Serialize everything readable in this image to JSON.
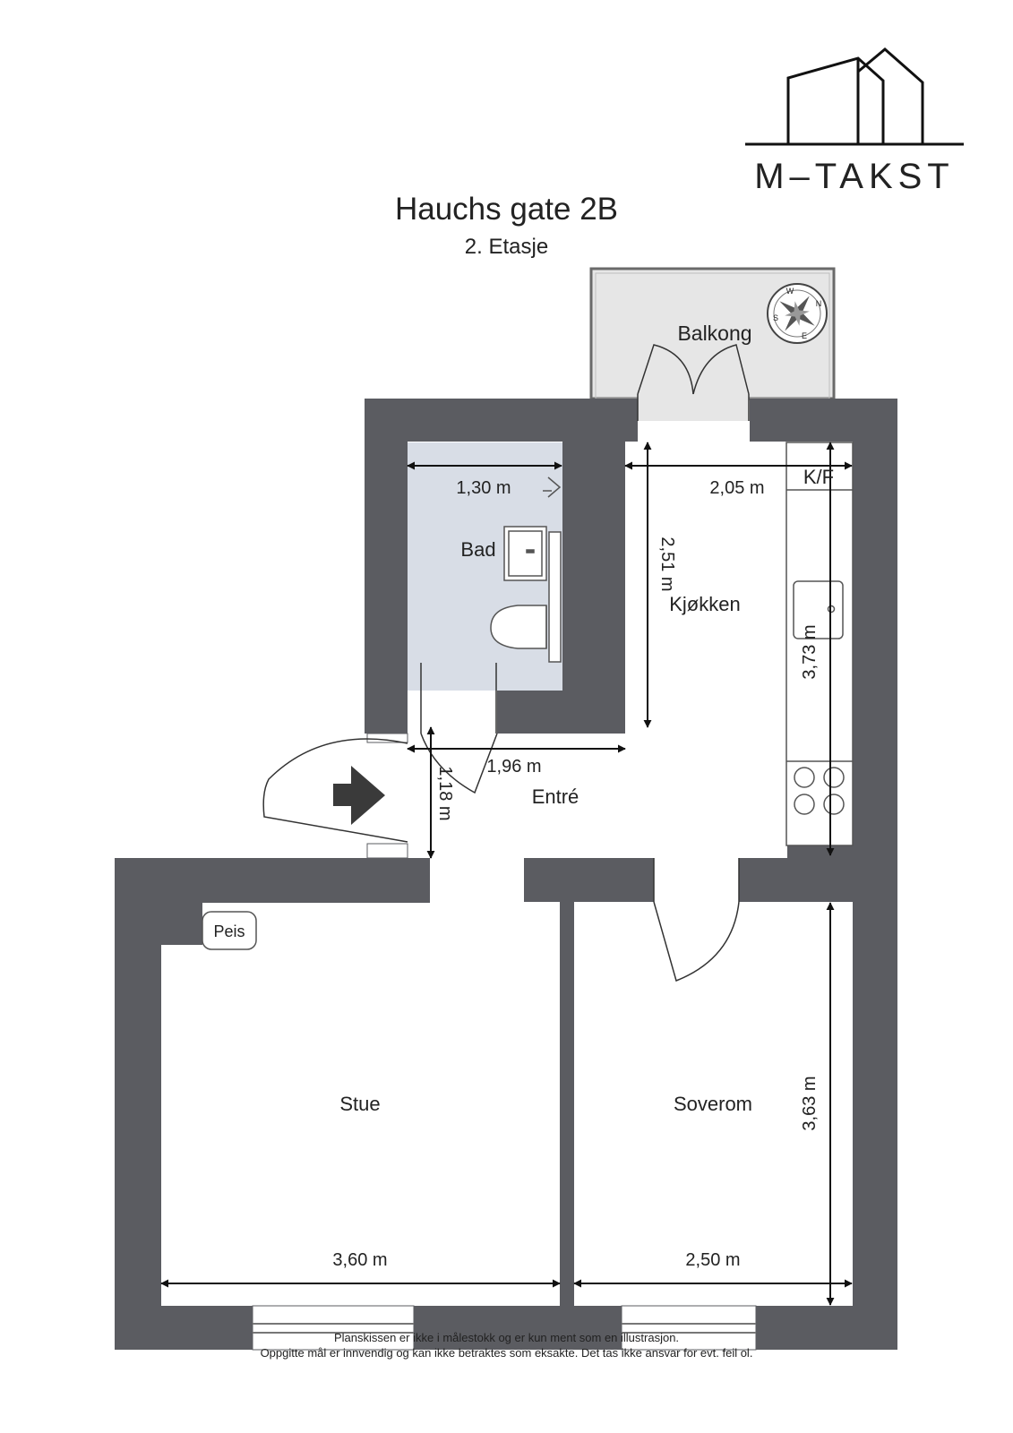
{
  "brand": {
    "name": "M-TAKST",
    "display": "M–TAKST"
  },
  "header": {
    "title": "Hauchs gate 2B",
    "subtitle": "2. Etasje"
  },
  "rooms": {
    "balkong": "Balkong",
    "bad": "Bad",
    "kjokken": "Kjøkken",
    "kf": "K/F",
    "entre": "Entré",
    "peis": "Peis",
    "stue": "Stue",
    "soverom": "Soverom"
  },
  "dimensions": {
    "bad_width": "1,30 m",
    "kjokken_width": "2,05 m",
    "kjokken_depth": "2,51 m",
    "kitchen_counter": "3,73 m",
    "entre_width": "1,96 m",
    "entre_depth": "1,18 m",
    "stue_width": "3,60 m",
    "soverom_width": "2,50 m",
    "soverom_depth": "3,63 m"
  },
  "compass": {
    "n": "N",
    "s": "S",
    "e": "E",
    "w": "W"
  },
  "disclaimer": {
    "line1": "Planskissen er ikke i målestokk og er kun ment som en illustrasjon.",
    "line2": "Oppgitte mål er innvendig og kan ikke betraktes som eksakte. Det tas ikke ansvar for evt. feil ol."
  },
  "colors": {
    "wall": "#5b5c61",
    "balcony": "#e6e6e6",
    "bathroom": "#d8dde6",
    "line": "#222222"
  }
}
